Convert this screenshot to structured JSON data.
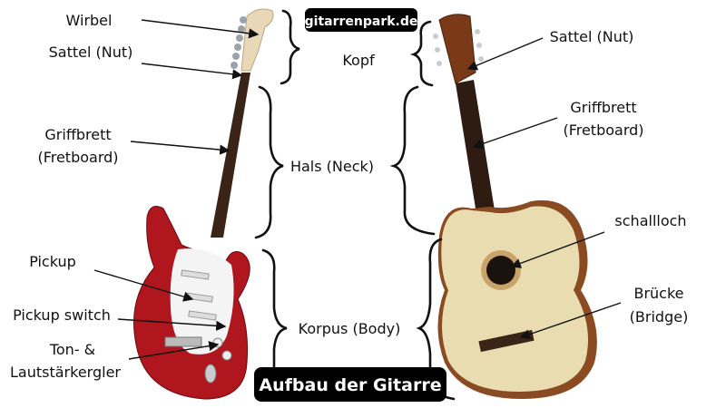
{
  "brand": "gitarrenpark.de",
  "title": "Aufbau der Gitarre",
  "colors": {
    "electric_body": "#b0161e",
    "classical_top": "#e8dcb0",
    "classical_side": "#8a4a22",
    "badge": "#000000"
  },
  "sections": {
    "head": "Kopf",
    "neck": "Hals (Neck)",
    "body": "Korpus (Body)"
  },
  "electric_labels": {
    "tuners": "Wirbel",
    "nut": "Sattel (Nut)",
    "fretboard_1": "Griffbrett",
    "fretboard_2": "(Fretboard)",
    "pickup": "Pickup",
    "pickup_switch": "Pickup switch",
    "controls_1": "Ton- &",
    "controls_2": "Lautstärkergler"
  },
  "classical_labels": {
    "nut": "Sattel (Nut)",
    "fretboard_1": "Griffbrett",
    "fretboard_2": "(Fretboard)",
    "soundhole": "schallloch",
    "bridge_1": "Brücke",
    "bridge_2": "(Bridge)"
  }
}
